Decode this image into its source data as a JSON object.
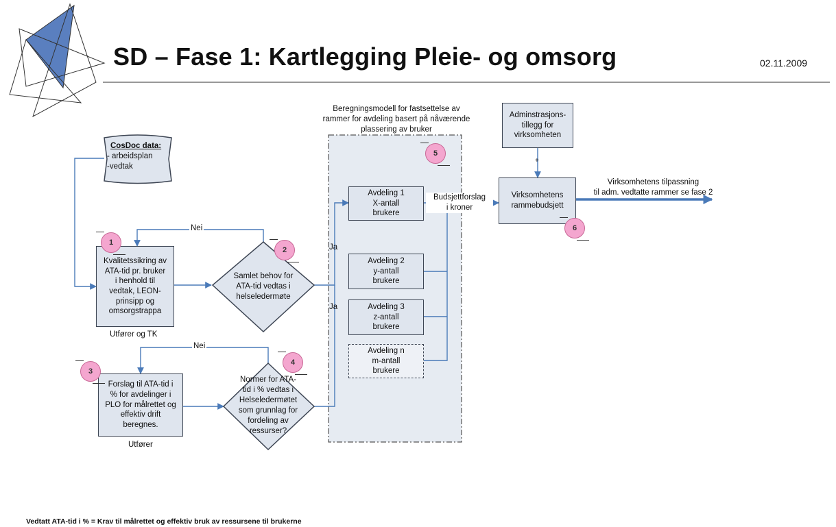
{
  "header": {
    "title": "SD – Fase 1: Kartlegging Pleie- og omsorg",
    "date": "02.11.2009"
  },
  "model_caption": [
    "Beregningsmodell for fastsettelse av",
    "rammer for avdeling basert på nåværende",
    "plassering av bruker"
  ],
  "cosdoc": {
    "title": "CosDoc data:",
    "line1": "- arbeidsplan",
    "line2": "-vedtak"
  },
  "box1": {
    "lines": [
      "Kvalitetssikring av",
      "ATA-tid pr. bruker",
      "i henhold til",
      "vedtak, LEON-",
      "prinsipp og",
      "omsorgstrappa"
    ],
    "caption": "Utfører og TK"
  },
  "decision2": {
    "lines": [
      "Samlet behov for",
      "ATA-tid vedtas i",
      "helseledermøte"
    ]
  },
  "box3": {
    "lines": [
      "Forslag til ATA-tid i",
      "% for avdelinger i",
      "PLO for målrettet og",
      "effektiv drift",
      "beregnes."
    ],
    "caption": "Utfører"
  },
  "decision4": {
    "lines": [
      "Normer for ATA-",
      "tid i % vedtas i",
      "Helseledermøtet",
      "som grunnlag for",
      "fordeling av",
      "ressurser?"
    ]
  },
  "departments": [
    {
      "lines": [
        "Avdeling 1",
        "X-antall",
        "brukere"
      ]
    },
    {
      "lines": [
        "Avdeling 2",
        "y-antall",
        "brukere"
      ]
    },
    {
      "lines": [
        "Avdeling 3",
        "z-antall",
        "brukere"
      ]
    },
    {
      "lines": [
        "Avdeling n",
        "m-antall",
        "brukere"
      ]
    }
  ],
  "admin_box": {
    "lines": [
      "Adminstrasjons-",
      "tillegg for",
      "virksomheten"
    ]
  },
  "budget_box": {
    "lines": [
      "Virksomhetens",
      "rammebudsjett"
    ]
  },
  "edge_labels": {
    "nei_top": "Nei",
    "nei_bottom": "Nei",
    "ja_top": "Ja",
    "ja_bottom": "Ja",
    "plus": "+",
    "budget_proposal": [
      "Budsjettforslag",
      "i kroner"
    ],
    "adjustment": [
      "Virksomhetens tilpassning",
      "til adm. vedtatte rammer se fase 2"
    ]
  },
  "badges": [
    "1",
    "2",
    "3",
    "4",
    "5",
    "6"
  ],
  "footer": "Vedtatt ATA-tid i % = Krav til målrettet og effektiv bruk av ressursene til brukerne",
  "colors": {
    "box_fill": "#dfe5ee",
    "arrow": "#4a7ab8",
    "badge": "#f4a6cf",
    "logo_blue": "#5a7fbf"
  }
}
